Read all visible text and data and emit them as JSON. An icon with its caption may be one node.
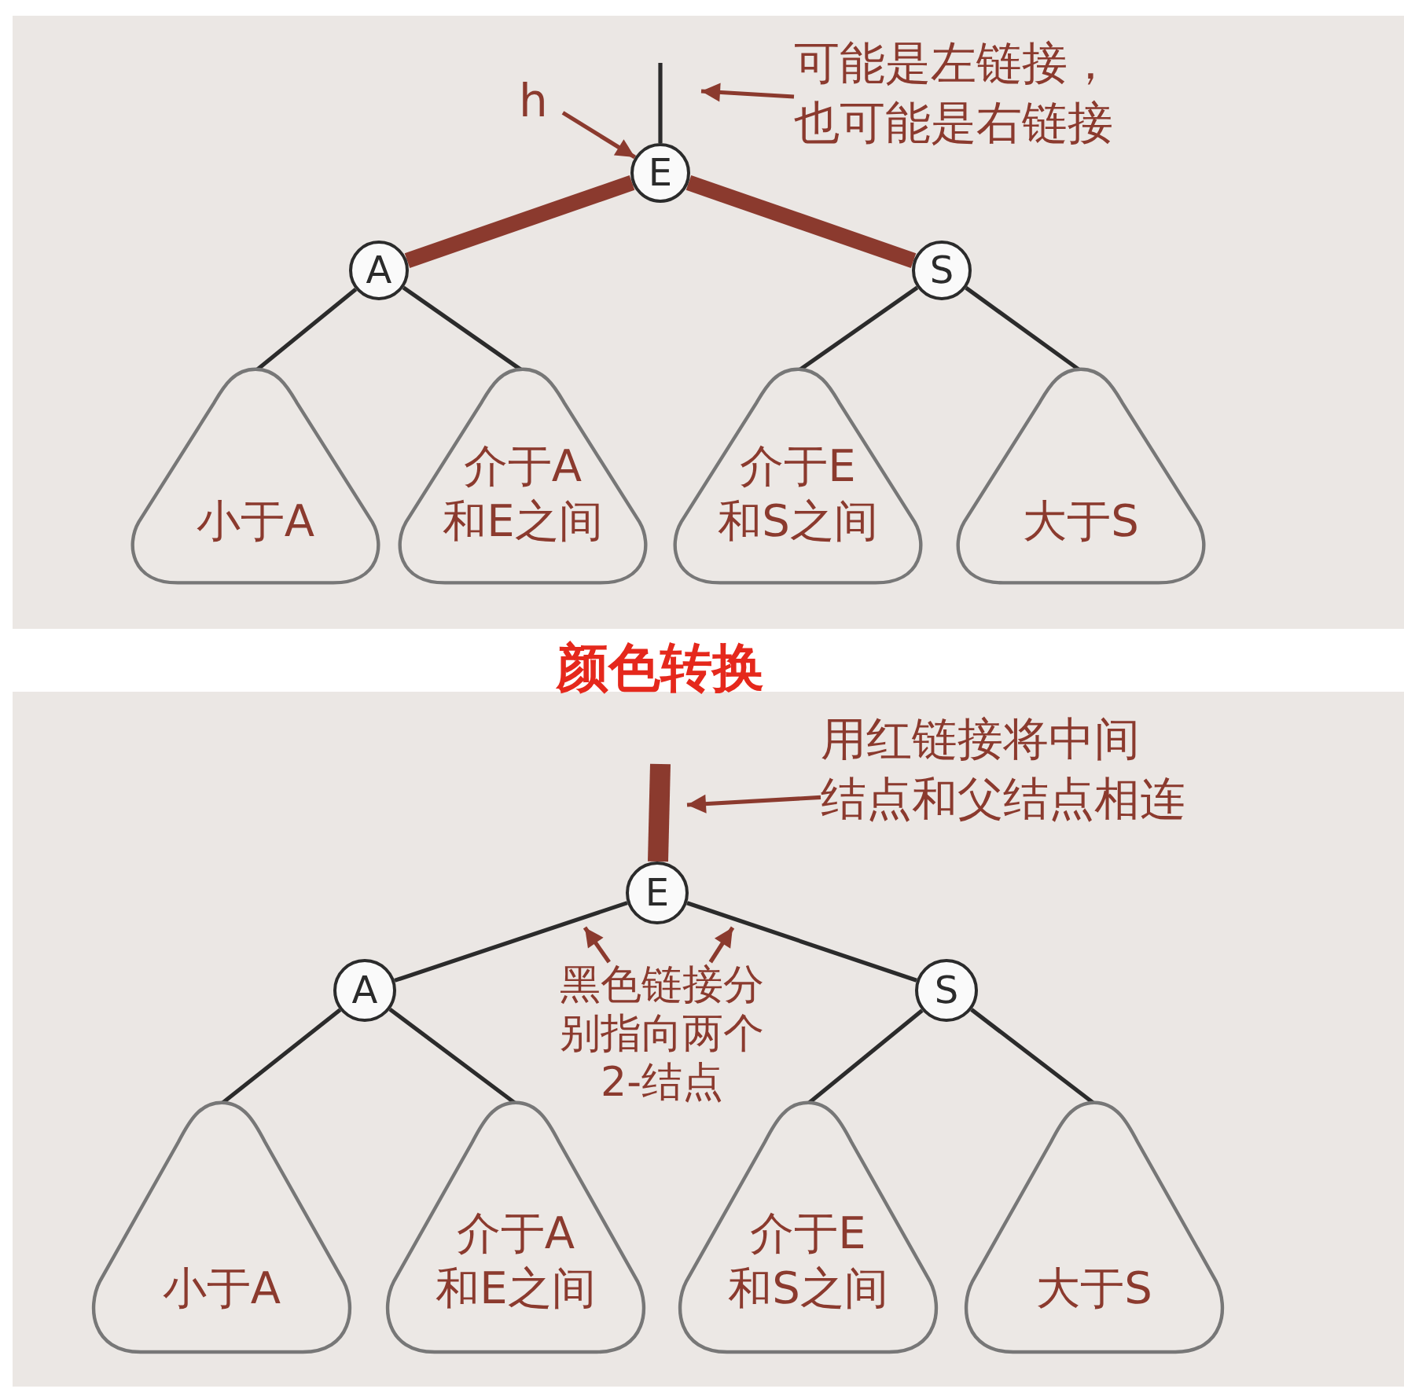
{
  "diagram": {
    "title": "颜色转换",
    "nodes": [
      {
        "text": [
          "h"
        ]
      },
      {
        "text": [
          "可能是左链接，也可能是右链接"
        ]
      },
      {
        "text": [
          "E"
        ]
      },
      {
        "text": [
          "A"
        ]
      },
      {
        "text": [
          "S"
        ]
      },
      {
        "text": [
          "小于A"
        ]
      },
      {
        "text": [
          "介于A和E之间"
        ]
      },
      {
        "text": [
          "介于E和S之间"
        ]
      },
      {
        "text": [
          "大于S"
        ]
      },
      {
        "text": [
          "用红链接将中间结点和父结点相连"
        ]
      },
      {
        "text": [
          "E"
        ]
      },
      {
        "text": [
          "A"
        ]
      },
      {
        "text": [
          "S"
        ]
      },
      {
        "text": [
          "黑色链接分别指向两个2-结点"
        ]
      },
      {
        "text": [
          "小于A"
        ]
      },
      {
        "text": [
          "介于A和E之间"
        ]
      },
      {
        "text": [
          "介于E和S之间"
        ]
      },
      {
        "text": [
          "大于S"
        ]
      }
    ],
    "edges": [
      {
        "from": 0,
        "to": 2,
        "arrow": "to",
        "color": "#8b3a2e"
      },
      {
        "from": 1,
        "to": null,
        "arrow": "to",
        "color": "#8b3a2e"
      },
      {
        "from": null,
        "to": 2,
        "arrow": "none"
      },
      {
        "from": 2,
        "to": 3,
        "arrow": "none",
        "style": "thick",
        "color": "#8b3a2e"
      },
      {
        "from": 2,
        "to": 4,
        "arrow": "none",
        "style": "thick",
        "color": "#8b3a2e"
      },
      {
        "from": 3,
        "to": 5,
        "arrow": "none"
      },
      {
        "from": 3,
        "to": 6,
        "arrow": "none"
      },
      {
        "from": 4,
        "to": 7,
        "arrow": "none"
      },
      {
        "from": 4,
        "to": 8,
        "arrow": "none"
      },
      {
        "from": null,
        "to": 10,
        "arrow": "none",
        "style": "thick",
        "color": "#8b3a2e"
      },
      {
        "from": 9,
        "to": null,
        "arrow": "to",
        "color": "#8b3a2e"
      },
      {
        "from": 10,
        "to": 11,
        "arrow": "none"
      },
      {
        "from": 10,
        "to": 12,
        "arrow": "none"
      },
      {
        "from": 13,
        "to": null,
        "arrow": "to",
        "color": "#8b3a2e"
      },
      {
        "from": 13,
        "to": null,
        "arrow": "to",
        "color": "#8b3a2e"
      },
      {
        "from": 11,
        "to": 14,
        "arrow": "none"
      },
      {
        "from": 11,
        "to": 15,
        "arrow": "none"
      },
      {
        "from": 12,
        "to": 16,
        "arrow": "none"
      },
      {
        "from": 12,
        "to": 17,
        "arrow": "none"
      }
    ]
  }
}
